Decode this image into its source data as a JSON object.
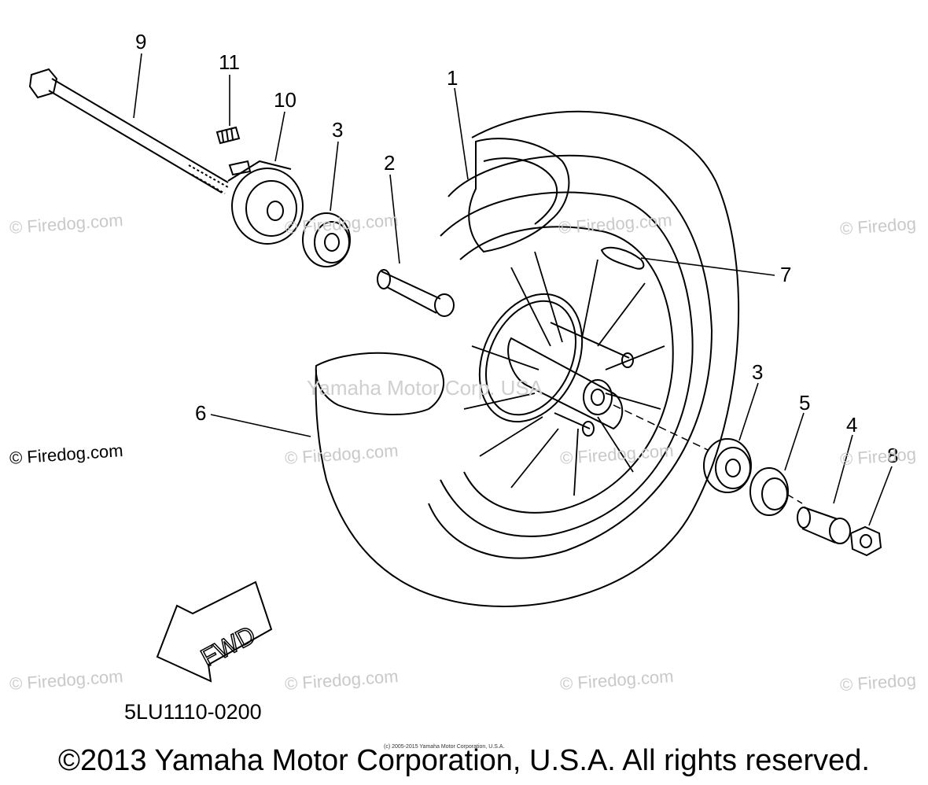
{
  "callouts": {
    "c1": "1",
    "c2": "2",
    "c3a": "3",
    "c3b": "3",
    "c4": "4",
    "c5": "5",
    "c6": "6",
    "c7": "7",
    "c8": "8",
    "c9": "9",
    "c10": "10",
    "c11": "11"
  },
  "fwd_label": "FWD",
  "part_number": "5LU1110-0200",
  "copyright": "©2013 Yamaha Motor Corporation, U.S.A. All rights reserved.",
  "small_copyright": "(c) 2005-2015 Yamaha Motor Corporation, U.S.A.",
  "center_watermark": "Yamaha Motor Corp. USA",
  "watermark": "© Firedog.com",
  "watermark_partial": "© Firedog",
  "colors": {
    "line": "#000000",
    "watermark": "#c9c9c9",
    "background": "#ffffff"
  }
}
